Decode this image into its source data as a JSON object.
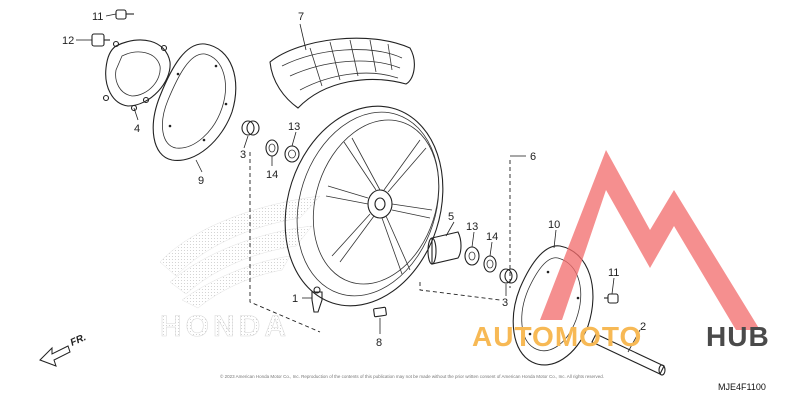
{
  "diagram": {
    "part_labels": {
      "p1": "1",
      "p2": "2",
      "p3a": "3",
      "p3b": "3",
      "p4": "4",
      "p5": "5",
      "p6": "6",
      "p7": "7",
      "p8": "8",
      "p9": "9",
      "p10": "10",
      "p11a": "11",
      "p11b": "11",
      "p12": "12",
      "p13a": "13",
      "p13b": "13",
      "p14a": "14",
      "p14b": "14"
    },
    "direction_label": "FR.",
    "diagram_code": "MJE4F1100",
    "copyright": "© 2023 American Honda Motor Co., Inc. Reproduction of the contents of this publication may not be made without the prior written consent of American Honda Motor Co., Inc. All rights reserved.",
    "background_brand": "HONDA"
  },
  "watermark": {
    "text_left": "AUTOMOTO",
    "text_right": "HUB",
    "colors": {
      "logo": "#f26a6a",
      "left": "#f7b955",
      "right": "#4a4a4a"
    }
  }
}
